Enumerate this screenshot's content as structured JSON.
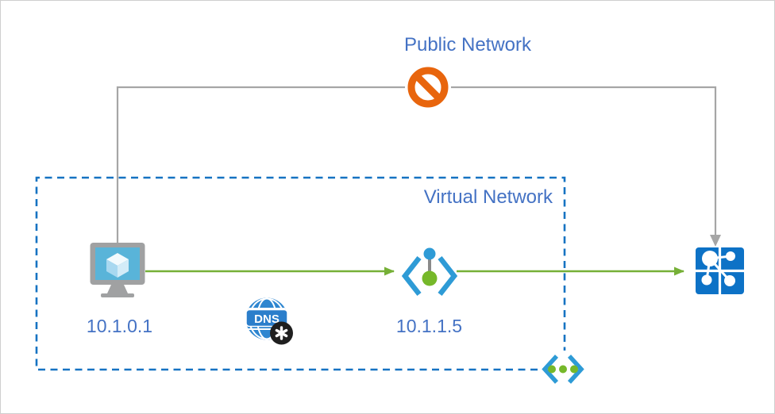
{
  "labels": {
    "public_network": "Public Network",
    "virtual_network": "Virtual Network",
    "vm_ip": "10.1.0.1",
    "private_endpoint_ip": "10.1.1.5",
    "dns": "DNS"
  },
  "icons": {
    "prohibition": "blocked-traffic-sign",
    "virtual_machine": "azure-vm-monitor-with-cube",
    "dns": "globe-with-dns-banner-and-asterisk-badge",
    "private_endpoint": "angle-brackets-with-pin",
    "private_link": "angle-brackets-with-three-dots",
    "private_link_service": "blue-square-node-graph"
  },
  "colors": {
    "label_blue": "#4472C4",
    "vnet_border_blue": "#1673C2",
    "connector_gray": "#A6A6A6",
    "flow_green": "#76B037",
    "dot_green": "#76B82A",
    "blocked_orange": "#E8650D",
    "azure_bracket_blue": "#2E9BD6",
    "service_blue": "#0D72C6",
    "vm_screen_blue": "#59B4D9"
  }
}
